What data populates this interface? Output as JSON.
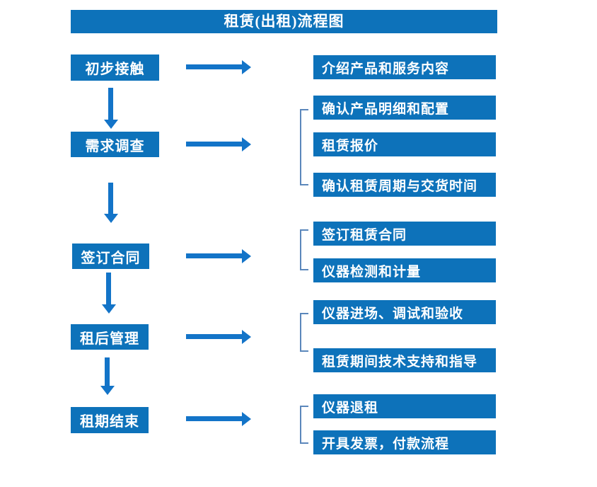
{
  "title": "租赁(出租)流程图",
  "colors": {
    "box_blue": "#0d72ba",
    "arrow_blue": "#1374c8",
    "bracket_blue": "#5b87bb",
    "text": "#ffffff",
    "background": "#ffffff"
  },
  "steps": [
    {
      "label": "初步接触",
      "details": [
        "介绍产品和服务内容"
      ]
    },
    {
      "label": "需求调查",
      "details": [
        "确认产品明细和配置",
        "租赁报价",
        "确认租赁周期与交货时间"
      ]
    },
    {
      "label": "签订合同",
      "details": [
        "签订租赁合同",
        "仪器检测和计量"
      ]
    },
    {
      "label": "租后管理",
      "details": [
        "仪器进场、调试和验收",
        "租赁期间技术支持和指导"
      ]
    },
    {
      "label": "租期结束",
      "details": [
        "仪器退租",
        "开具发票，付款流程"
      ]
    }
  ]
}
